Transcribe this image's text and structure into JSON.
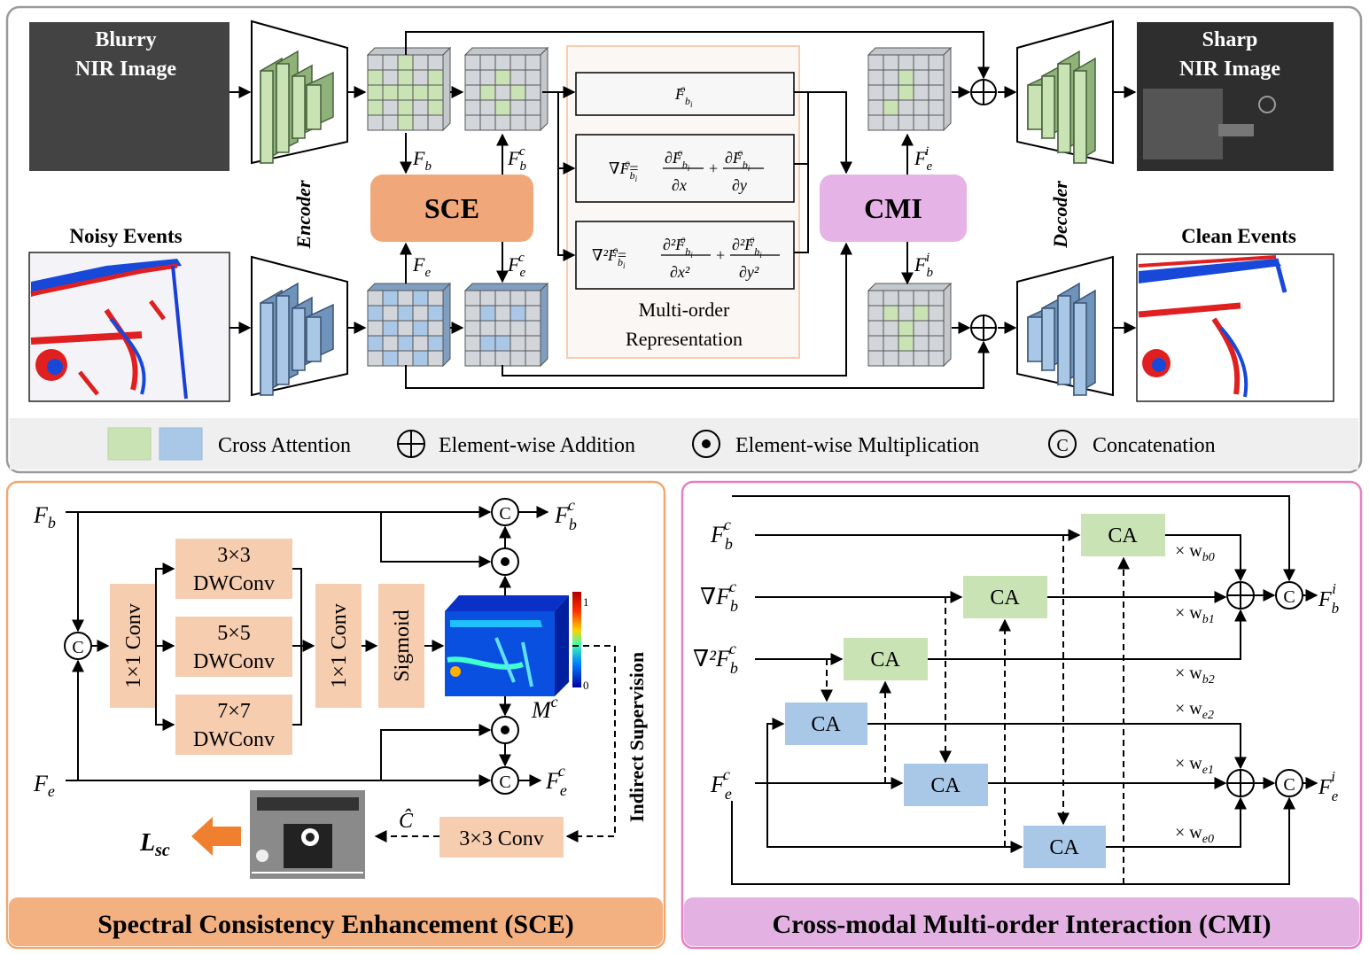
{
  "top": {
    "inputs": {
      "blurry": [
        "Blurry",
        "NIR Image"
      ],
      "noisy": "Noisy Events"
    },
    "outputs": {
      "sharp": [
        "Sharp",
        "NIR Image"
      ],
      "clean": "Clean Events"
    },
    "encoder": "Encoder",
    "decoder": "Decoder",
    "sce": "SCE",
    "cmi": "CMI",
    "feature_labels": {
      "fb": "F",
      "fb_sub": "b",
      "fbc": "F",
      "fbc_sub": "b",
      "fbc_sup": "c",
      "fe": "F",
      "fe_sub": "e",
      "fec": "F",
      "fec_sub": "e",
      "fec_sup": "c",
      "fei": "F",
      "fei_sub": "e",
      "fei_sup": "i",
      "fbi": "F",
      "fbi_sub": "b",
      "fbi_sup": "i"
    },
    "multi_order": {
      "title": [
        "Multi-order",
        "Representation"
      ],
      "eq1": "F",
      "eq2": [
        "∇F",
        "=",
        "∂F",
        "∂x",
        "+",
        "∂F",
        "∂y"
      ],
      "eq3": [
        "∇²F",
        "=",
        "∂²F",
        "∂x²",
        "+",
        "∂²F",
        "∂y²"
      ]
    },
    "legend": {
      "cross_attention": "Cross Attention",
      "addition": "Element-wise Addition",
      "multiplication": "Element-wise Multiplication",
      "concatenation": "Concatenation",
      "colors": {
        "green": "#c9e3b5",
        "blue": "#a9c8e8"
      }
    }
  },
  "sce_panel": {
    "title": "Spectral Consistency Enhancement (SCE)",
    "fb": "F",
    "fb_sub": "b",
    "fe": "F",
    "fe_sub": "e",
    "conv1": "1×1 Conv",
    "dw": [
      [
        "3×3",
        "DWConv"
      ],
      [
        "5×5",
        "DWConv"
      ],
      [
        "7×7",
        "DWConv"
      ]
    ],
    "conv2": "1×1 Conv",
    "sigmoid": "Sigmoid",
    "mask": "M",
    "mask_sup": "c",
    "colorbar": [
      "1",
      "0"
    ],
    "indirect": "Indirect Supervision",
    "conv3": "3×3 Conv",
    "chat": "Ĉ",
    "loss": "L",
    "loss_sub": "sc",
    "out_b": "F",
    "out_b_sub": "b",
    "out_b_sup": "c",
    "out_e": "F",
    "out_e_sub": "e",
    "out_e_sup": "c"
  },
  "cmi_panel": {
    "title": "Cross-modal Multi-order Interaction (CMI)",
    "ca": "CA",
    "in_b": [
      "F",
      "∇F",
      "∇²F"
    ],
    "in_b_sub": "b",
    "in_b_sup": "c",
    "in_e": "F",
    "in_e_sub": "e",
    "in_e_sup": "c",
    "weights_b": [
      "× w",
      "b0",
      "× w",
      "b1",
      "× w",
      "b2"
    ],
    "weights_e": [
      "× w",
      "e2",
      "× w",
      "e1",
      "× w",
      "e0"
    ],
    "out_b": "F",
    "out_b_sub": "b",
    "out_b_sup": "i",
    "out_e": "F",
    "out_e_sub": "e",
    "out_e_sup": "i"
  },
  "colors": {
    "sce": "#f0a87a",
    "cmi": "#e6b3e6",
    "sce_border": "#f0a870",
    "cmi_border": "#e77fc4",
    "panel_title_sce": "#f3b181",
    "panel_title_cmi": "#e3b2e3",
    "light_orange": "#f7cdb0"
  }
}
